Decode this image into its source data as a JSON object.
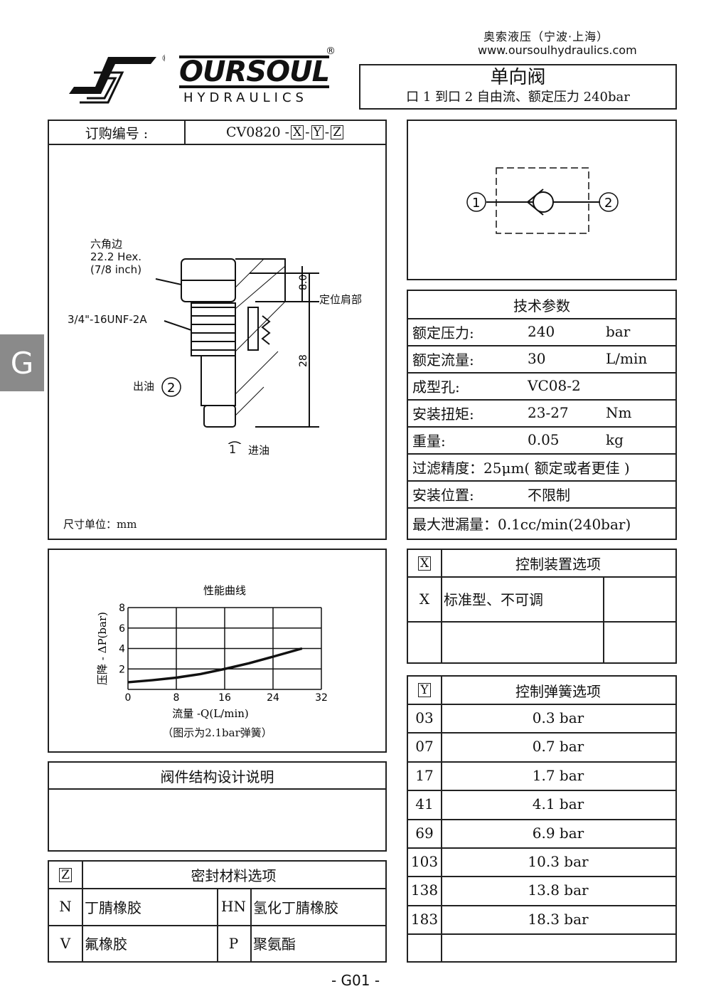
{
  "header": {
    "company": "奥索液压（宁波·上海）",
    "website": "www.oursoulhydraulics.com",
    "logo_text": "OURSOUL",
    "logo_sub": "HYDRAULICS",
    "registered": "®"
  },
  "title": {
    "main": "单向阀",
    "sub": "口 1 到口 2 自由流、额定压力 240bar"
  },
  "order": {
    "label": "订购编号 :",
    "code": "CV0820 -",
    "x": "X",
    "y": "Y",
    "z": "Z",
    "dash": "-"
  },
  "drawing": {
    "hex_label1": "六角边",
    "hex_label2": "22.2 Hex.",
    "hex_label3": "(7/8 inch)",
    "thread": "3/4\"-16UNF-2A",
    "outlet": "出油",
    "outlet_port": "2",
    "inlet": "进油",
    "inlet_port": "1",
    "shoulder": "定位肩部",
    "dim1": "8.0",
    "dim2": "28",
    "units": "尺寸单位：mm"
  },
  "symbol": {
    "port1": "1",
    "port2": "2"
  },
  "specs": {
    "title": "技术参数",
    "rows": [
      {
        "label": "额定压力:",
        "value": "240",
        "unit": "bar"
      },
      {
        "label": "额定流量:",
        "value": "30",
        "unit": "L/min"
      },
      {
        "label": "成型孔:",
        "value": "VC08-2",
        "unit": ""
      },
      {
        "label": "安装扭矩:",
        "value": "23-27",
        "unit": "Nm"
      },
      {
        "label": "重量:",
        "value": "0.05",
        "unit": "kg"
      }
    ],
    "filter": "过滤精度：25μm( 额定或者更佳 )",
    "position_label": "安装位置:",
    "position_value": "不限制",
    "leak": "最大泄漏量：0.1cc/min(240bar)"
  },
  "chart_data": {
    "type": "line",
    "title": "性能曲线",
    "xlabel": "流量 -Q(L/min)",
    "ylabel": "压降 - ΔP(bar)",
    "note": "（图示为2.1bar弹簧）",
    "xlim": [
      0,
      32
    ],
    "ylim": [
      0,
      8
    ],
    "xticks": [
      "0",
      "8",
      "16",
      "24",
      "32"
    ],
    "yticks": [
      "2",
      "4",
      "6",
      "8"
    ],
    "grid": true,
    "series": [
      {
        "name": "2.1bar",
        "x": [
          0,
          4,
          8,
          12,
          16,
          20,
          24,
          28.8
        ],
        "y": [
          0.7,
          0.9,
          1.15,
          1.5,
          2.0,
          2.55,
          3.2,
          4.0
        ]
      }
    ]
  },
  "design": {
    "title": "阀件结构设计说明"
  },
  "seal": {
    "key": "Z",
    "title": "密封材料选项",
    "items": [
      {
        "code": "N",
        "name": "丁腈橡胶"
      },
      {
        "code": "HN",
        "name": "氢化丁腈橡胶"
      },
      {
        "code": "V",
        "name": "氟橡胶"
      },
      {
        "code": "P",
        "name": "聚氨酯"
      }
    ]
  },
  "control": {
    "key": "X",
    "title": "控制装置选项",
    "items": [
      {
        "code": "X",
        "name": "标准型、不可调"
      }
    ]
  },
  "spring": {
    "key": "Y",
    "title": "控制弹簧选项",
    "items": [
      {
        "code": "03",
        "value": "0.3 bar"
      },
      {
        "code": "07",
        "value": "0.7 bar"
      },
      {
        "code": "17",
        "value": "1.7 bar"
      },
      {
        "code": "41",
        "value": "4.1 bar"
      },
      {
        "code": "69",
        "value": "6.9 bar"
      },
      {
        "code": "103",
        "value": "10.3 bar"
      },
      {
        "code": "138",
        "value": "13.8 bar"
      },
      {
        "code": "183",
        "value": "18.3 bar"
      }
    ]
  },
  "side_tab": "G",
  "footer": {
    "page": "- G01 -"
  }
}
